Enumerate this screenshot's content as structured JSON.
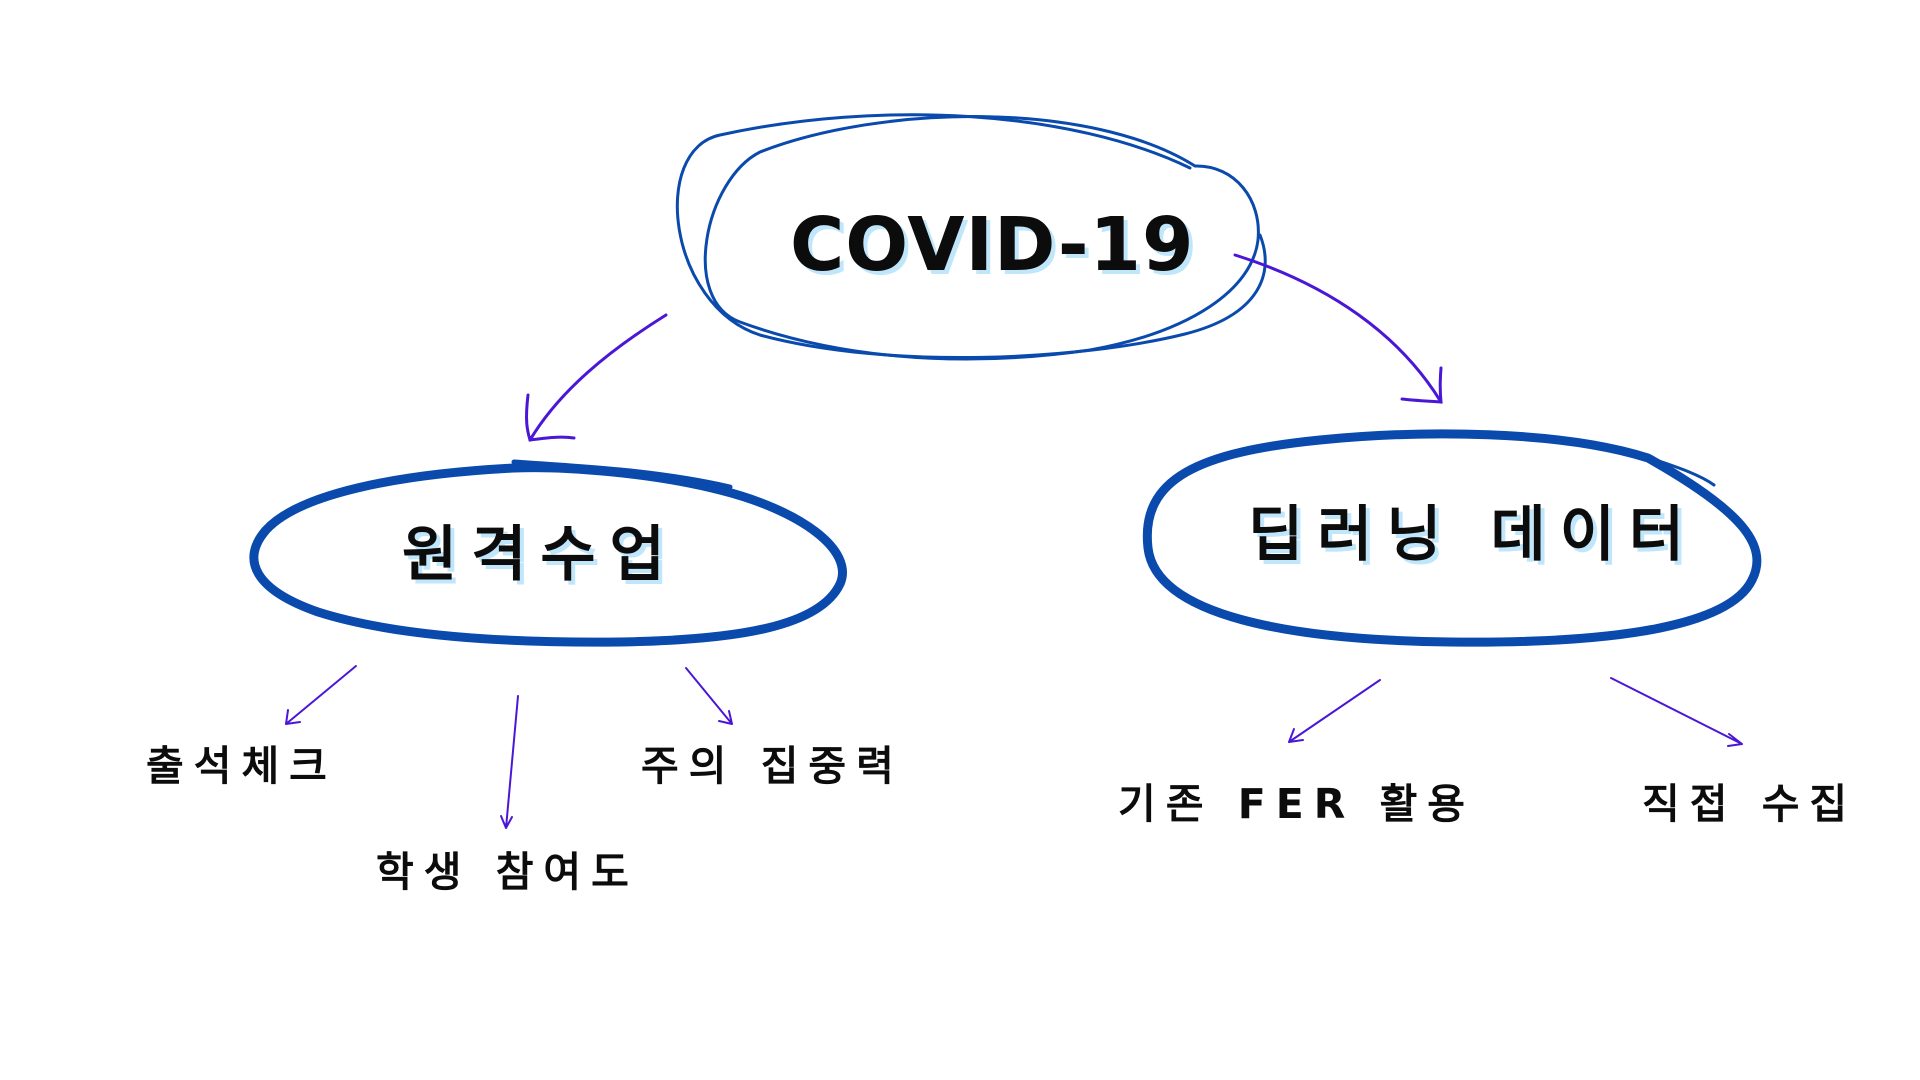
{
  "root": {
    "label": "COVID-19"
  },
  "branches": [
    {
      "label": "원격수업",
      "children": [
        "출석체크",
        "학생 참여도",
        "주의 집중력"
      ]
    },
    {
      "label": "딥러닝 데이터",
      "children": [
        "기존 FER 활용",
        "직접 수집"
      ]
    }
  ],
  "colors": {
    "ellipse_stroke": "#0a4aad",
    "arrow_stroke": "#4a17d6",
    "text": "#0c0c0c",
    "text_shadow": "#bfe6fb"
  }
}
